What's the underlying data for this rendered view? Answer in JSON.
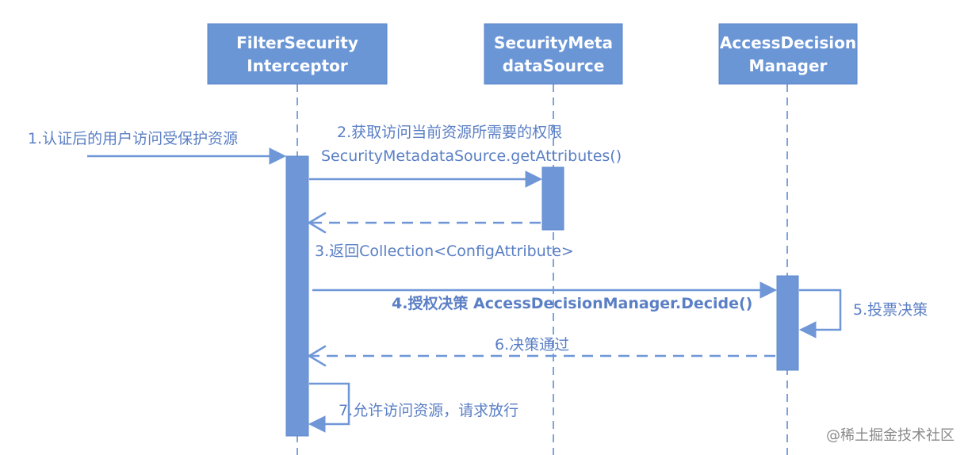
{
  "participants": [
    {
      "line1": "FilterSecurity",
      "line2": "Interceptor"
    },
    {
      "line1": "SecurityMeta",
      "line2": "dataSource"
    },
    {
      "line1": "AccessDecision",
      "line2": "Manager"
    }
  ],
  "messages": [
    {
      "label": "1.认证后的用户访问受保护资源"
    },
    {
      "label": "2.获取访问当前资源所需要的权限",
      "sublabel": "SecurityMetadataSource.getAttributes()"
    },
    {
      "label": "3.返回Collection<ConfigAttribute>"
    },
    {
      "label": "4.授权决策 AccessDecisionManager.Decide()"
    },
    {
      "label": "5.投票决策"
    },
    {
      "label": "6.决策通过"
    },
    {
      "label": "7.允许访问资源，请求放行"
    }
  ],
  "watermark": "@稀土掘金技术社区",
  "colors": {
    "participant_fill": "#6b96d6",
    "line": "#6f97d8",
    "text": "#5a7fc5"
  }
}
